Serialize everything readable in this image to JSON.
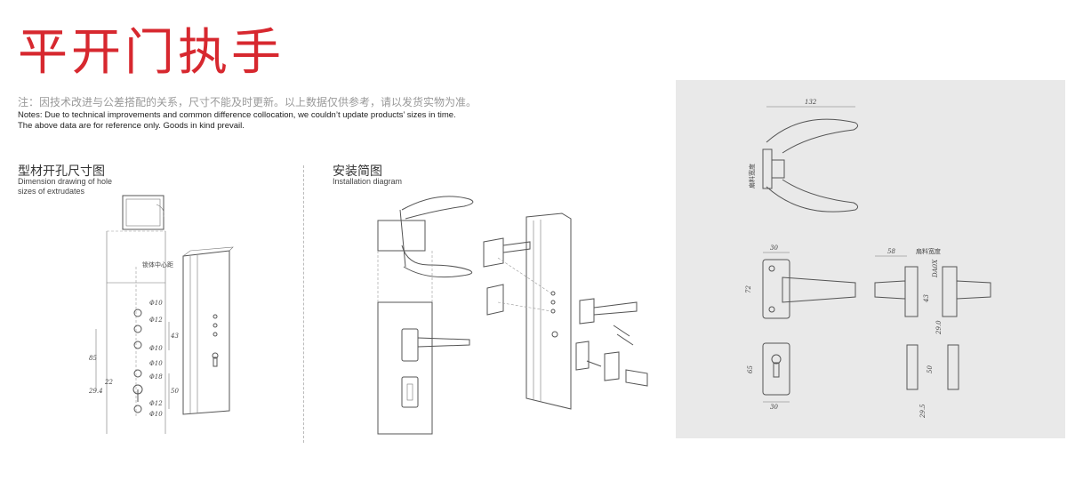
{
  "title": "平开门执手",
  "notes": {
    "cn": "注：因技术改进与公差搭配的关系，尺寸不能及时更新。以上数据仅供参考，请以发货实物为准。",
    "en_line1": "Notes: Due to technical improvements and common difference collocation, we couldn’t update products’ sizes in time.",
    "en_line2": "The above data are for reference only. Goods in kind prevail."
  },
  "section_hole": {
    "title": "型材开孔尺寸图",
    "sub1": "Dimension drawing of hole",
    "sub2": "sizes of extrudates",
    "center_label": "锁体中心距",
    "dims": [
      "Φ10",
      "Φ12",
      "Φ10",
      "Φ10",
      "Φ18",
      "Φ12",
      "Φ10",
      "85",
      "43",
      "50",
      "29.4",
      "22"
    ]
  },
  "section_install": {
    "title": "安装简图",
    "sub": "Installation diagram"
  },
  "panel": {
    "dims_top": [
      "132",
      "扇料宽度"
    ],
    "dims_mid": [
      "30",
      "72",
      "58",
      "扇料宽度",
      "43",
      "29.0",
      "DA0X"
    ],
    "dims_bottom": [
      "65",
      "30",
      "50",
      "29.5"
    ]
  }
}
